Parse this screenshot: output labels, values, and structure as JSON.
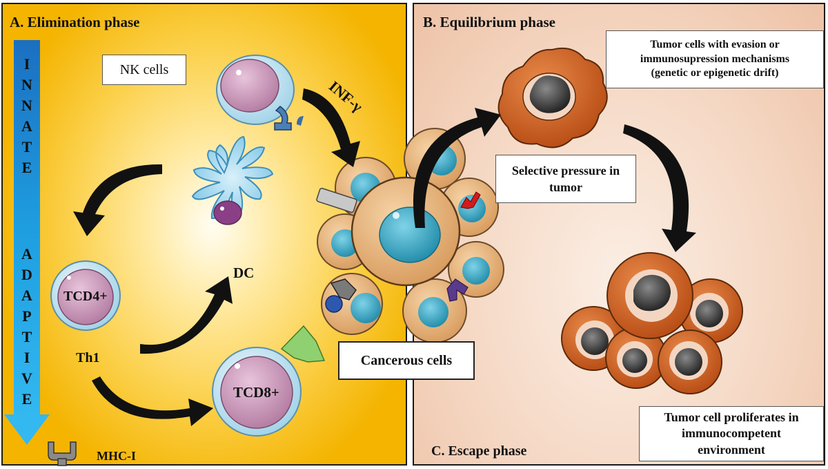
{
  "panels": {
    "elimination_title": "A. Elimination  phase",
    "equilibrium_title": "B. Equilibrium  phase",
    "escape_title": "C. Escape phase"
  },
  "axis": {
    "innate": [
      "I",
      "N",
      "N",
      "A",
      "T",
      "E"
    ],
    "adaptive": [
      "A",
      "D",
      "A",
      "P",
      "T",
      "I",
      "V",
      "E"
    ]
  },
  "labels": {
    "nk_cells": "NK  cells",
    "inf_gamma": "INF-γ",
    "dc": "DC",
    "tcd4": "TCD4+",
    "th1": "Th1",
    "tcd8": "TCD8+",
    "mhc_i": "MHC-I",
    "cancerous_cells": "Cancerous   cells",
    "evasion_line1": "Tumor  cells with evasion or",
    "evasion_line2": "immunosupression mechanisms",
    "evasion_line3": "(genetic or epigenetic drift)",
    "pressure_line1": "Selective pressure in",
    "pressure_line2": "tumor",
    "proliferates_line1": "Tumor cell proliferates in",
    "proliferates_line2": "immunocompetent",
    "proliferates_line3": "environment"
  },
  "colors": {
    "elimination_bg": "#fbd04a",
    "escape_bg": "#f5d8c4",
    "axis_arrow": "#1e9ee0",
    "tumor_orange": "#e0a56a",
    "tumor_nucleus": "#2a9bbb",
    "escaped_tumor": "#c8581f",
    "cell_pink": "#c58bb0",
    "dc_blue": "#8fd0ec"
  }
}
